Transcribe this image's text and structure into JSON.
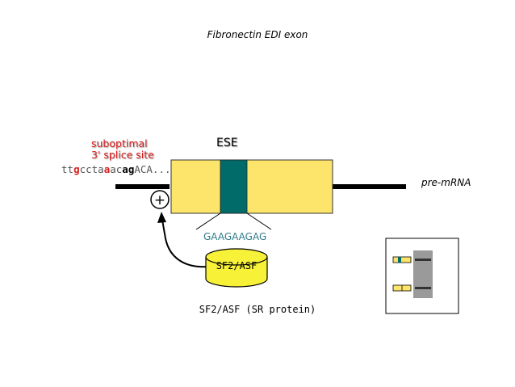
{
  "title": "Fibronectin EDI exon",
  "splice_site": {
    "line1": "suboptimal",
    "line2": "3' splice site",
    "color": "#d91e1e"
  },
  "sequence": {
    "part1": "tt",
    "part2": "g",
    "part3": "ccta",
    "part4": "a",
    "part5": "ac",
    "part6": "ag",
    "part7": "ACA..."
  },
  "ese_label": "ESE",
  "premrna_label": "pre-mRNA",
  "enhancer_sequence": "GAAGAAGAG",
  "protein_label": "SF2/ASF",
  "protein_caption": "SF2/ASF (SR protein)",
  "plus_symbol": "+",
  "colors": {
    "exon": "#fde46a",
    "ese": "#006b68",
    "cylinder": "#f7f238",
    "intron": "#000000"
  }
}
